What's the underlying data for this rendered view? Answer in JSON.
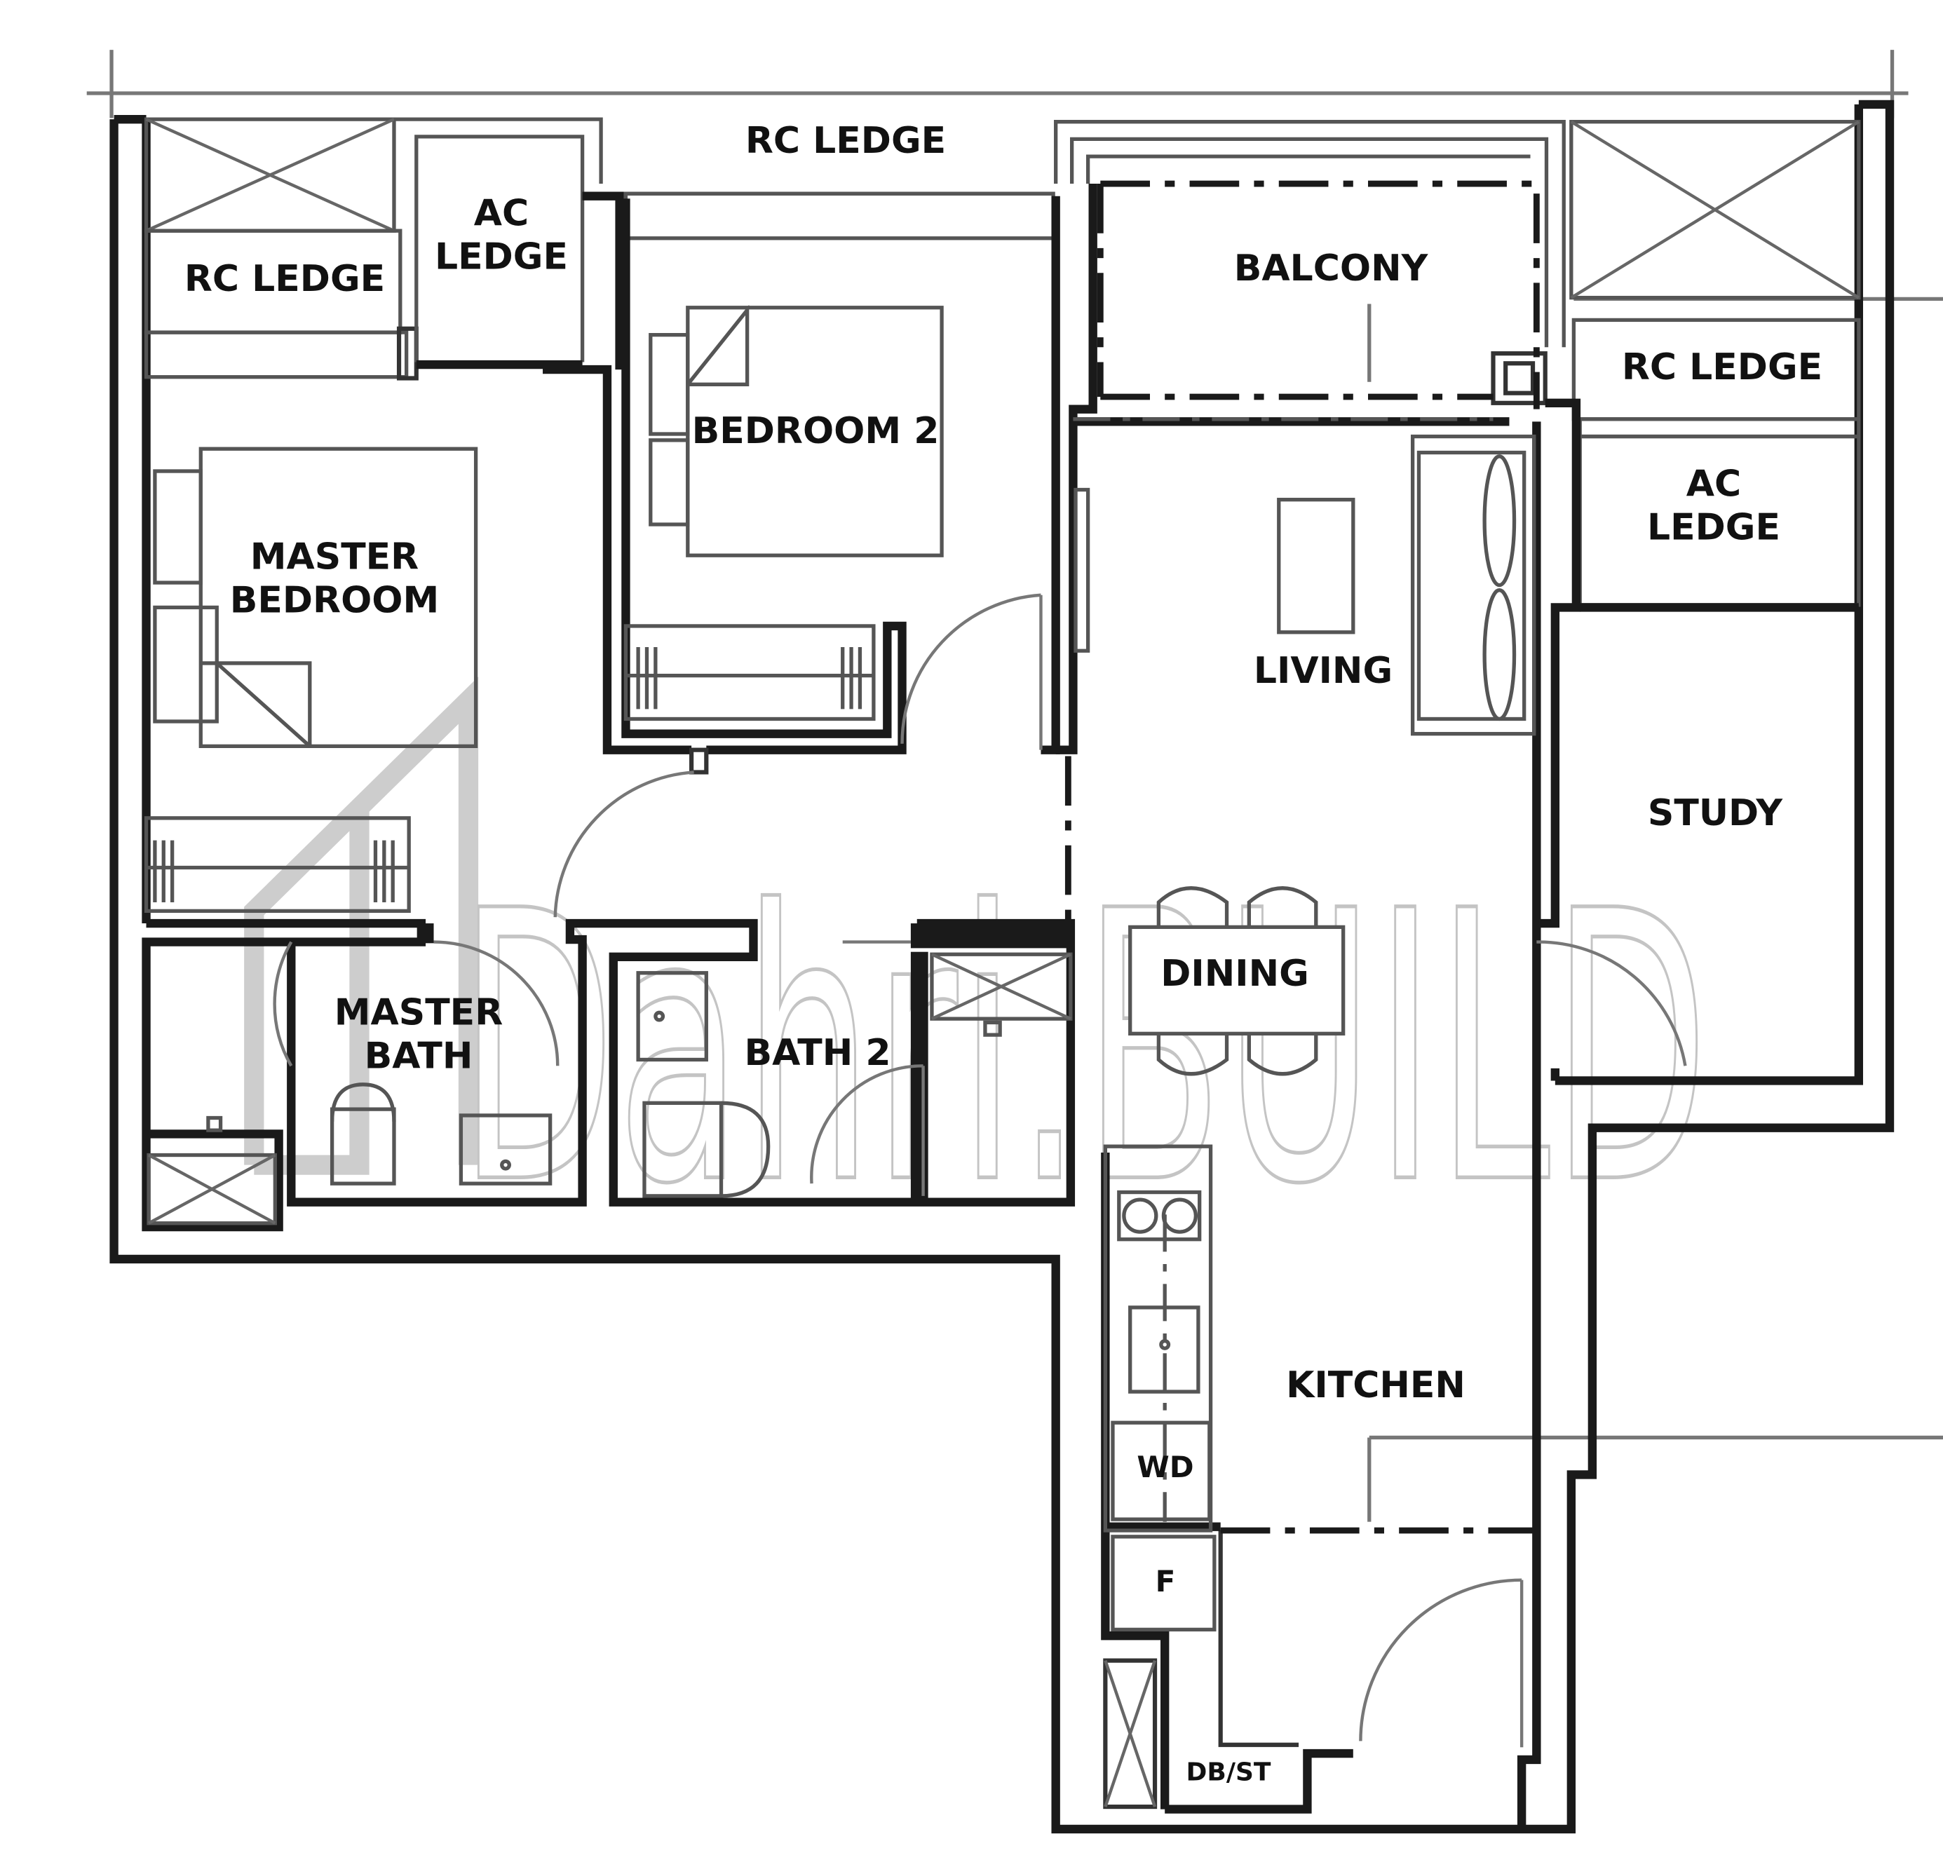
{
  "title": "",
  "watermark": "Dahri.BUILD",
  "colors": {
    "wall": "#1a1a1a",
    "furniture": "#555555",
    "watermark": "#c4c4c4",
    "background": "#ffffff"
  },
  "rooms": {
    "rc_ledge_top": [
      "RC LEDGE"
    ],
    "rc_ledge_left": [
      "RC LEDGE"
    ],
    "ac_ledge_left": [
      "AC",
      "LEDGE"
    ],
    "bedroom_2": [
      "BEDROOM 2"
    ],
    "master_bedroom": [
      "MASTER",
      "BEDROOM"
    ],
    "balcony": [
      "BALCONY"
    ],
    "rc_ledge_right": [
      "RC LEDGE"
    ],
    "ac_ledge_right": [
      "AC",
      "LEDGE"
    ],
    "living": [
      "LIVING"
    ],
    "study": [
      "STUDY"
    ],
    "dining": [
      "DINING"
    ],
    "master_bath": [
      "MASTER",
      "BATH"
    ],
    "bath_2": [
      "BATH 2"
    ],
    "kitchen": [
      "KITCHEN"
    ],
    "wd": [
      "WD"
    ],
    "fridge": [
      "F"
    ],
    "db_st": [
      "DB/ST"
    ]
  }
}
